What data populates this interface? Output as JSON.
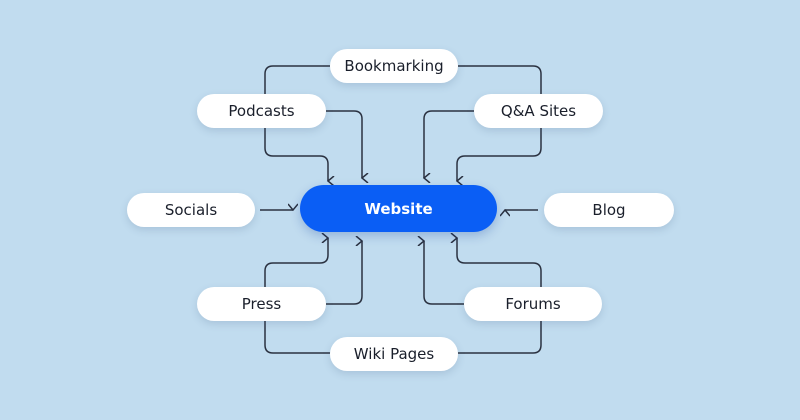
{
  "diagram": {
    "center": {
      "label": "Website",
      "color": "#0a5ef5"
    },
    "sources": [
      {
        "id": "bookmarking",
        "label": "Bookmarking"
      },
      {
        "id": "podcasts",
        "label": "Podcasts"
      },
      {
        "id": "qa-sites",
        "label": "Q&A Sites"
      },
      {
        "id": "socials",
        "label": "Socials"
      },
      {
        "id": "blog",
        "label": "Blog"
      },
      {
        "id": "press",
        "label": "Press"
      },
      {
        "id": "forums",
        "label": "Forums"
      },
      {
        "id": "wiki-pages",
        "label": "Wiki Pages"
      }
    ],
    "background_color": "#c1dcef",
    "line_color": "#2a3140"
  }
}
